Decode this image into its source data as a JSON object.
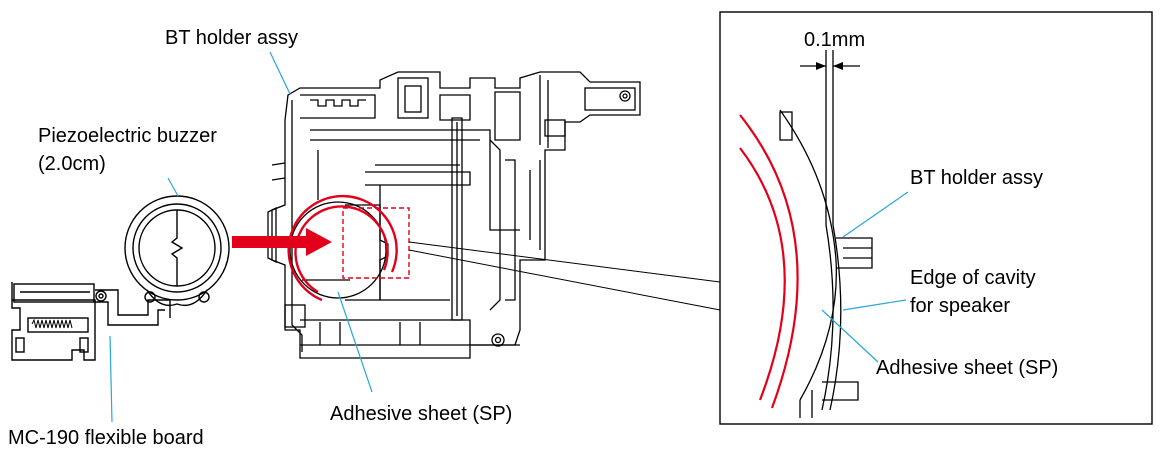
{
  "labels": {
    "bt_holder_left": "BT holder assy",
    "buzzer_line1": "Piezoelectric buzzer",
    "buzzer_line2": "(2.0cm)",
    "flex_board": "MC-190 flexible board",
    "adhesive_left": "Adhesive sheet (SP)",
    "gap": "0.1mm",
    "bt_holder_right": "BT holder assy",
    "edge_line1": "Edge of cavity",
    "edge_line2": "for speaker",
    "adhesive_right": "Adhesive sheet (SP)"
  },
  "colors": {
    "accent": "#e3001b",
    "leader": "#2aa7d6",
    "ink": "#000000"
  }
}
